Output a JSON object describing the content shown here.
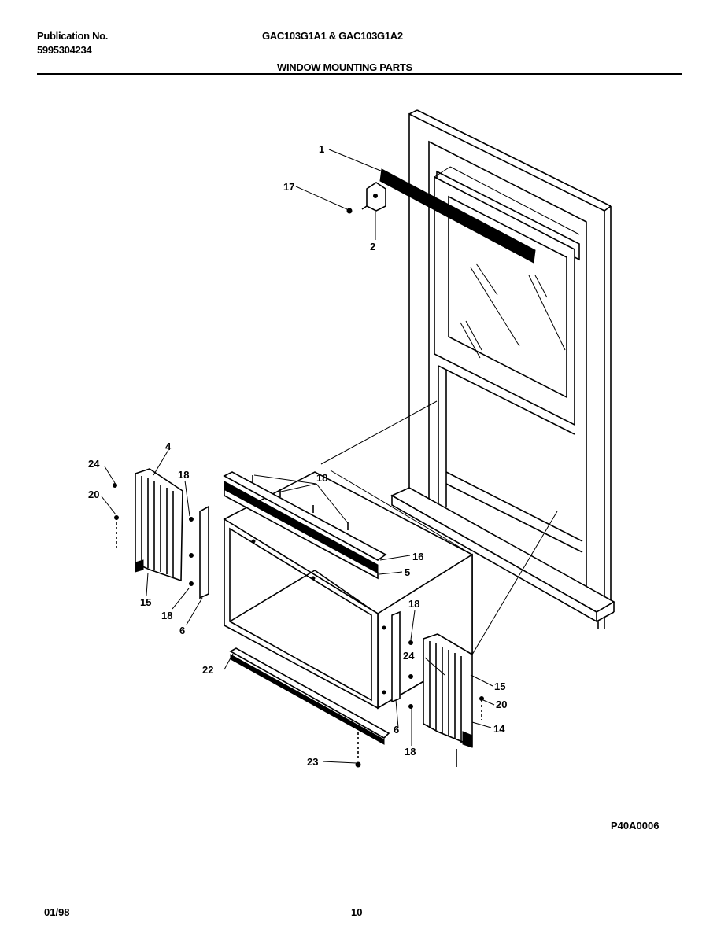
{
  "header": {
    "publication_label": "Publication No.",
    "publication_number": "5995304234",
    "models": "GAC103G1A1 & GAC103G1A2",
    "section_title": "WINDOW MOUNTING PARTS"
  },
  "callouts": {
    "c1": "1",
    "c2": "2",
    "c17": "17",
    "c4": "4",
    "c24a": "24",
    "c20a": "20",
    "c18a": "18",
    "c18b": "18",
    "c16": "16",
    "c5": "5",
    "c15a": "15",
    "c18c": "18",
    "c6a": "6",
    "c18d": "18",
    "c24b": "24",
    "c15b": "15",
    "c20b": "20",
    "c14": "14",
    "c22": "22",
    "c6b": "6",
    "c18e": "18",
    "c23": "23"
  },
  "figure_code": "P40A0006",
  "footer": {
    "date": "01/98",
    "page": "10"
  }
}
